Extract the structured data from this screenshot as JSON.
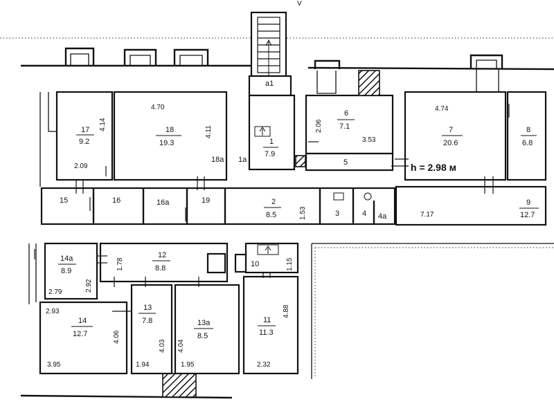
{
  "plan": {
    "top_mark": "V",
    "ceiling_height": "h = 2.98 м",
    "rooms": [
      {
        "id": "r17",
        "number": "17",
        "area": "9.2"
      },
      {
        "id": "r18",
        "number": "18",
        "area": "19.3"
      },
      {
        "id": "r1",
        "number": "1",
        "area": "7.9"
      },
      {
        "id": "r6",
        "number": "6",
        "area": "7.1"
      },
      {
        "id": "r7",
        "number": "7",
        "area": "20.6"
      },
      {
        "id": "r8",
        "number": "8",
        "area": "6.8"
      },
      {
        "id": "r2",
        "number": "2",
        "area": "8.5"
      },
      {
        "id": "r9",
        "number": "9",
        "area": "12.7"
      },
      {
        "id": "r14a",
        "number": "14a",
        "area": "8.9"
      },
      {
        "id": "r12",
        "number": "12",
        "area": "8.8"
      },
      {
        "id": "r13",
        "number": "13",
        "area": "7.8"
      },
      {
        "id": "r13a",
        "number": "13a",
        "area": "8.5"
      },
      {
        "id": "r14",
        "number": "14",
        "area": "12.7"
      },
      {
        "id": "r11",
        "number": "11",
        "area": "11.3"
      }
    ],
    "room_labels": {
      "a1": "a1",
      "r18a": "18a",
      "r1a": "1a",
      "r5": "5",
      "r15": "15",
      "r16": "16",
      "r16a": "16a",
      "r19": "19",
      "r3": "3",
      "r4": "4",
      "r4a": "4a",
      "r10": "10"
    },
    "dimensions": {
      "d_4_14": "4.14",
      "d_4_70": "4.70",
      "d_4_11": "4.11",
      "d_2_09": "2.09",
      "d_2_06": "2.06",
      "d_3_53": "3.53",
      "d_4_74": "4.74",
      "d_1_53": "1.53",
      "d_7_17": "7.17",
      "d_1_78": "1.78",
      "d_2_92": "2.92",
      "d_2_79": "2.79",
      "d_1_15": "1.15",
      "d_2_93": "2.93",
      "d_4_06": "4.06",
      "d_4_03": "4.03",
      "d_4_04": "4.04",
      "d_4_88": "4.88",
      "d_3_95": "3.95",
      "d_1_94": "1.94",
      "d_1_95": "1.95",
      "d_2_32": "2.32"
    }
  }
}
